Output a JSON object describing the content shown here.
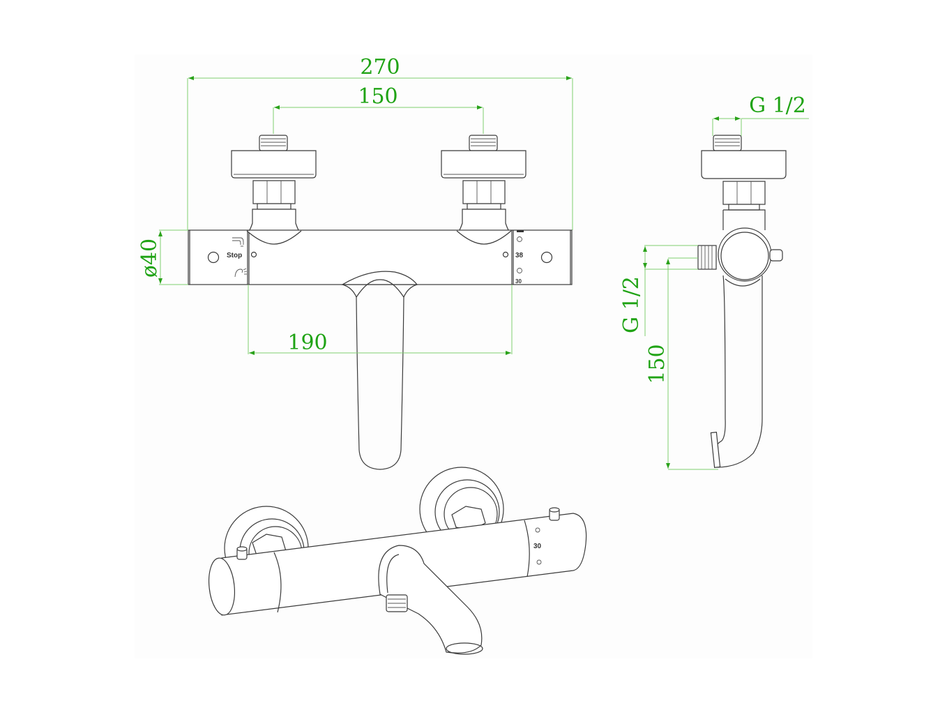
{
  "drawing": {
    "subject": "Wall-mounted thermostatic bath mixer with spout",
    "colors": {
      "line": "#3a3a3a",
      "dimension_line": "#7ecf6e",
      "dimension_text": "#1fa314",
      "background": "#ffffff"
    },
    "front_view": {
      "dimensions": {
        "overall_width": "270",
        "inlet_spacing": "150",
        "body_diameter": "ø40",
        "spout_span": "190"
      },
      "labels": {
        "diverter_stop": "Stop",
        "temp_dial_value": "38",
        "temp_dial_min": "30"
      },
      "icons": [
        "shower-icon",
        "handshower-icon"
      ]
    },
    "side_view": {
      "dimensions": {
        "top_thread": "G 1/2",
        "outlet_thread": "G 1/2",
        "spout_drop": "150"
      }
    },
    "perspective_view": {
      "labels": {
        "temp_dial_value": "30"
      }
    }
  }
}
